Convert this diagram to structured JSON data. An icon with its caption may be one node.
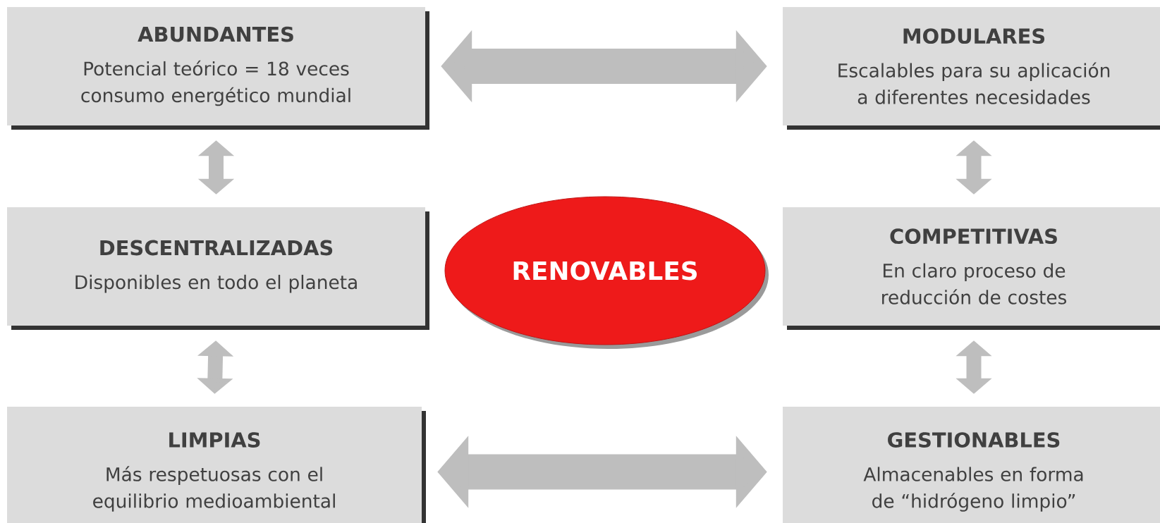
{
  "diagram": {
    "nodes": [
      {
        "text": [
          "ABUNDANTES",
          "Potencial teórico = 18 veces consumo energético mundial"
        ]
      },
      {
        "text": [
          "MODULARES",
          "Escalables para su aplicación a diferentes necesidades"
        ]
      },
      {
        "text": [
          "DESCENTRALIZADAS",
          "Disponibles en todo el planeta"
        ]
      },
      {
        "text": [
          "RENOVABLES"
        ]
      },
      {
        "text": [
          "COMPETITIVAS",
          "En claro proceso de reducción de costes"
        ]
      },
      {
        "text": [
          "LIMPIAS",
          "Más respetuosas con el equilibrio medioambiental"
        ]
      },
      {
        "text": [
          "GESTIONABLES",
          "Almacenables en forma de “hidrógeno limpio”"
        ]
      }
    ],
    "edges": [
      {
        "from": 0,
        "to": 1,
        "arrow": "both",
        "style": "thick"
      },
      {
        "from": 0,
        "to": 2,
        "arrow": "both"
      },
      {
        "from": 1,
        "to": 4,
        "arrow": "both"
      },
      {
        "from": 2,
        "to": 5,
        "arrow": "both"
      },
      {
        "from": 4,
        "to": 6,
        "arrow": "both"
      },
      {
        "from": 5,
        "to": 6,
        "arrow": "both",
        "style": "thick"
      }
    ]
  }
}
